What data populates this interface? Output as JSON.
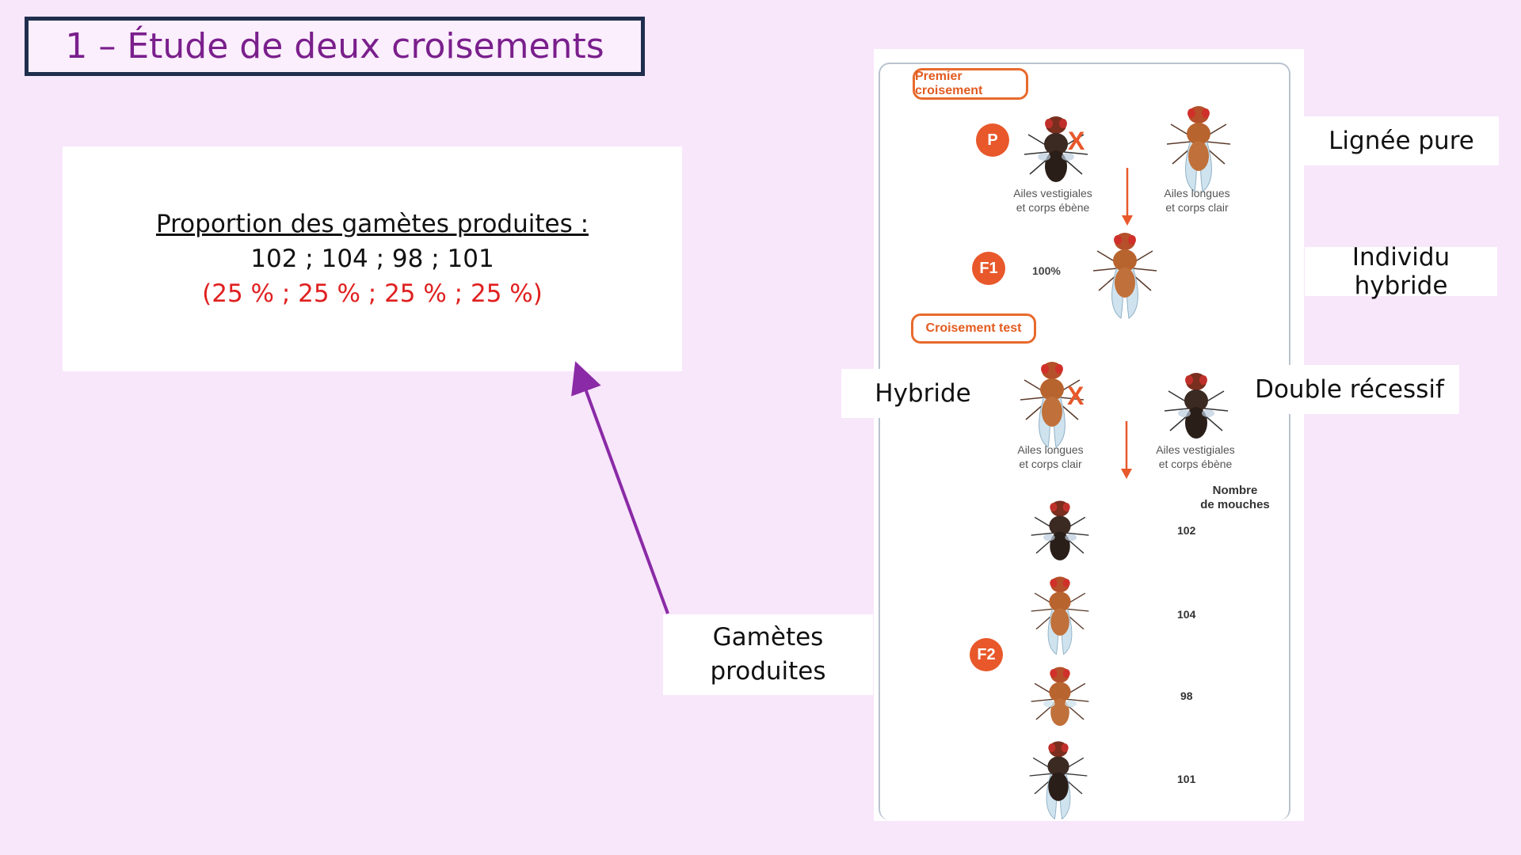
{
  "slide": {
    "title": "1 – Étude de deux croisements"
  },
  "info_box": {
    "heading": "Proportion des gamètes produites :",
    "counts": "102 ; 104 ; 98 ; 101",
    "percentages": "(25 % ; 25 % ; 25 % ; 25 %)"
  },
  "labels": {
    "lignee_pure": "Lignée pure",
    "individu_hybride": "Individu hybride",
    "hybride": "Hybride",
    "double_recessif": "Double récessif",
    "gametes_line1": "Gamètes",
    "gametes_line2": "produites"
  },
  "figure": {
    "premier_croisement": "Premier croisement",
    "croisement_test": "Croisement test",
    "badge_p": "P",
    "badge_f1": "F1",
    "badge_f2": "F2",
    "cross_symbol": "X",
    "f1_percent": "100%",
    "parent1_caption_1": "Ailes vestigiales",
    "parent1_caption_2": "et corps ébène",
    "parent2_caption_1": "Ailes longues",
    "parent2_caption_2": "et corps clair",
    "test1_caption_1": "Ailes longues",
    "test1_caption_2": "et corps clair",
    "test2_caption_1": "Ailes vestigiales",
    "test2_caption_2": "et corps ébène",
    "count_header_1": "Nombre",
    "count_header_2": "de mouches",
    "counts": [
      "102",
      "104",
      "98",
      "101"
    ]
  },
  "colors": {
    "background": "#f8e6fb",
    "title_text": "#7a1f8c",
    "title_border": "#1f2e4d",
    "arrow": "#8a2aa6",
    "red_text": "#e02020",
    "accent_orange": "#e8582a"
  },
  "icons": {
    "fly_dark": "fly-ebony-vestigial-icon",
    "fly_light": "fly-light-long-wing-icon"
  }
}
